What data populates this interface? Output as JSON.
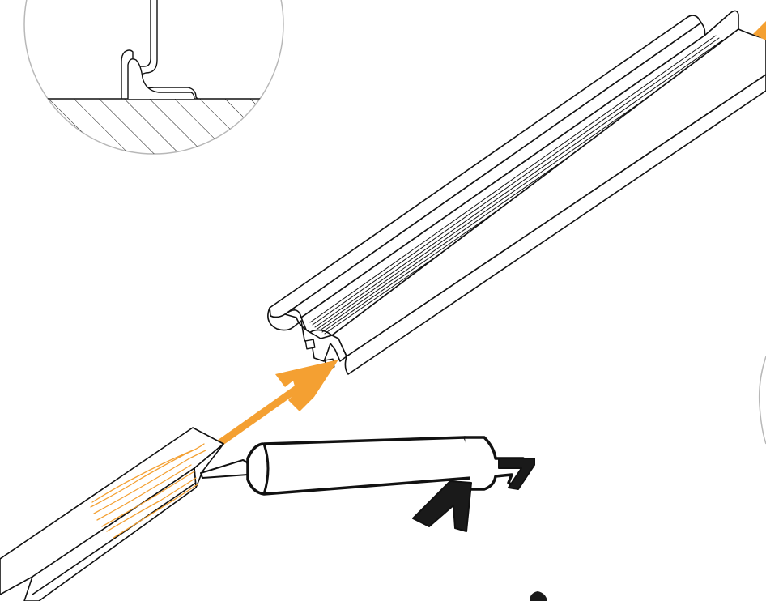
{
  "diagram": {
    "kind": "assembly-illustration",
    "steps": [
      "apply-adhesive",
      "attach-profile"
    ],
    "parts": {
      "detail_view": "cross-section-detail",
      "profile": "extruded-edge-profile",
      "board": "panel-edge",
      "adhesive": "adhesive-bead",
      "tool": "caulking-gun"
    }
  },
  "colors": {
    "background": "#ffffff",
    "line": "#111111",
    "accent": "#f4a032",
    "detail_circle": "#b8b8b8",
    "tool_fill": "#1a1a1a"
  },
  "icons": {
    "arrow_main": "arrow-up-right-icon",
    "arrow_edge": "arrow-up-right-icon"
  }
}
